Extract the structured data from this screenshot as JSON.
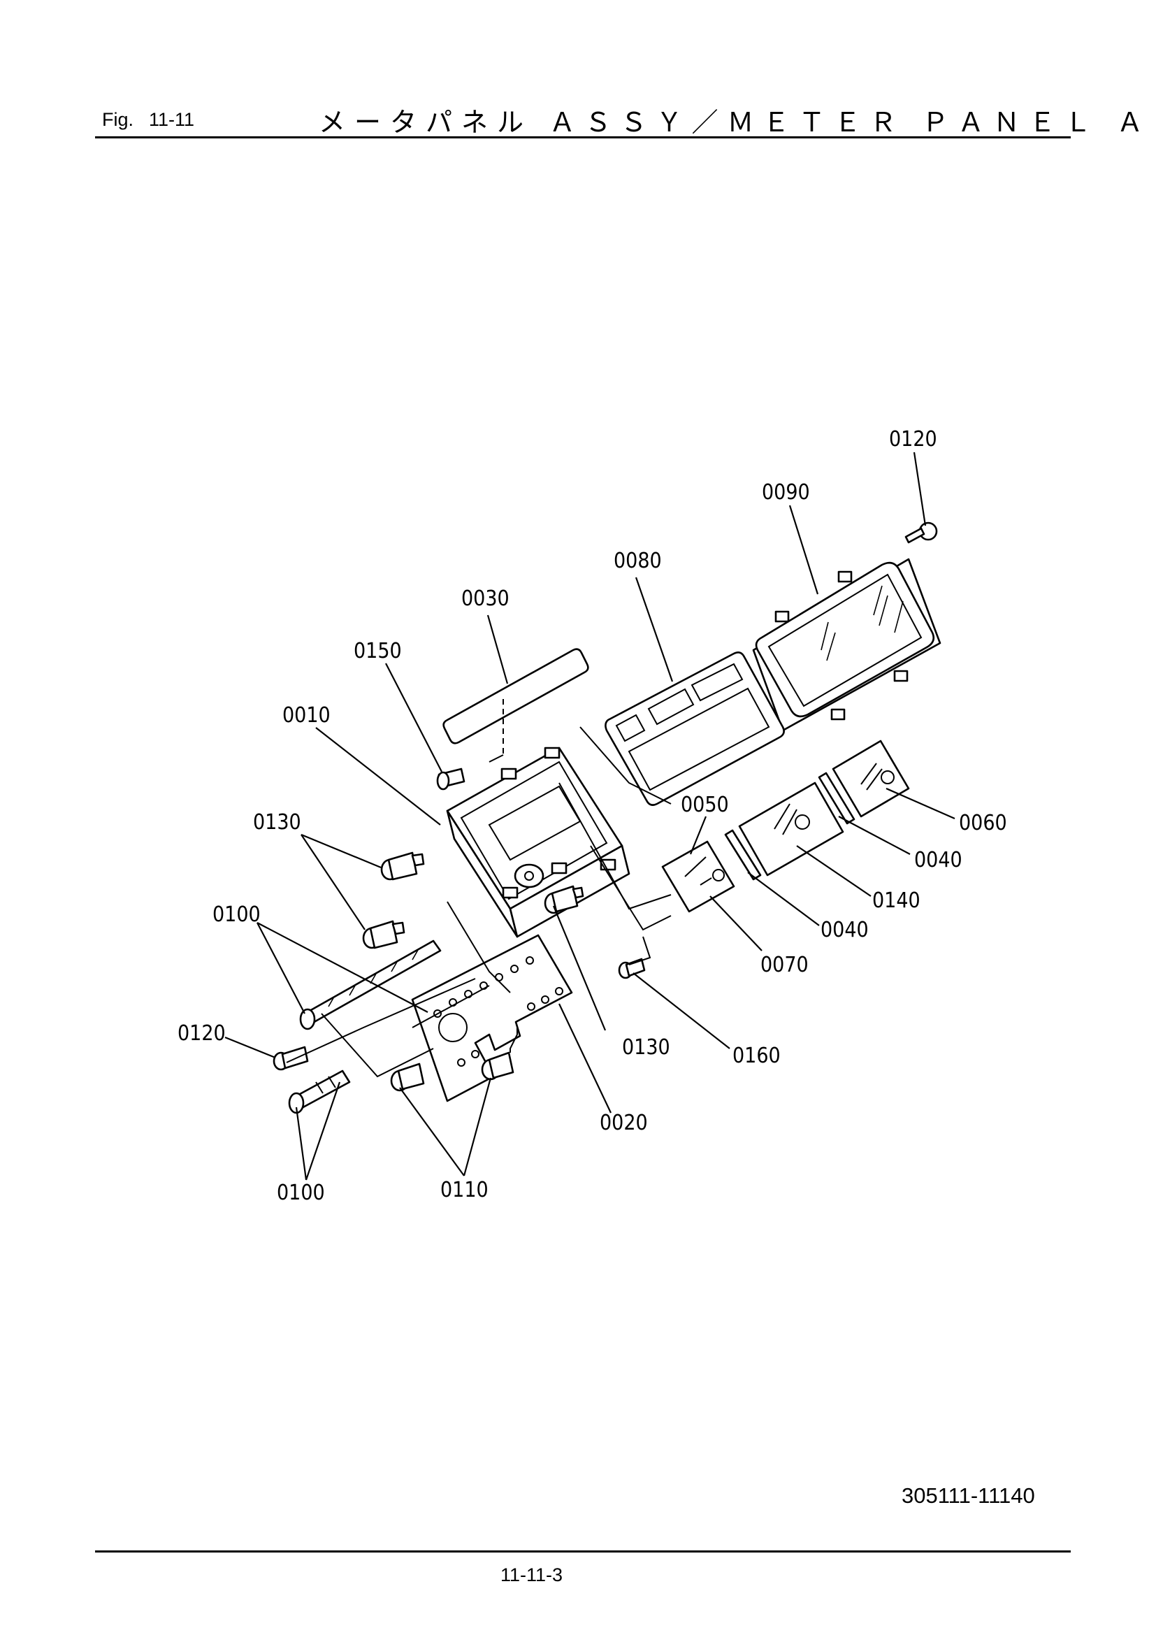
{
  "header": {
    "fig_prefix": "Fig.",
    "fig_number": "11-11",
    "title": "メータパネル ＡＳＳＹ／ＭＥＴＥＲ ＰＡＮＥＬ ＡＳ"
  },
  "callouts": [
    {
      "id": "0120_top",
      "text": "0120"
    },
    {
      "id": "0090",
      "text": "0090"
    },
    {
      "id": "0080",
      "text": "0080"
    },
    {
      "id": "0030",
      "text": "0030"
    },
    {
      "id": "0150",
      "text": "0150"
    },
    {
      "id": "0010",
      "text": "0010"
    },
    {
      "id": "0130_left",
      "text": "0130"
    },
    {
      "id": "0050",
      "text": "0050"
    },
    {
      "id": "0060",
      "text": "0060"
    },
    {
      "id": "0040_a",
      "text": "0040"
    },
    {
      "id": "0140",
      "text": "0140"
    },
    {
      "id": "0040_b",
      "text": "0040"
    },
    {
      "id": "0070",
      "text": "0070"
    },
    {
      "id": "0100_upper",
      "text": "0100"
    },
    {
      "id": "0120_left",
      "text": "0120"
    },
    {
      "id": "0130_mid",
      "text": "0130"
    },
    {
      "id": "0160",
      "text": "0160"
    },
    {
      "id": "0020",
      "text": "0020"
    },
    {
      "id": "0100_lower",
      "text": "0100"
    },
    {
      "id": "0110",
      "text": "0110"
    }
  ],
  "footer": {
    "drawing_code": "305111-11140",
    "page_number": "11-11-3"
  }
}
